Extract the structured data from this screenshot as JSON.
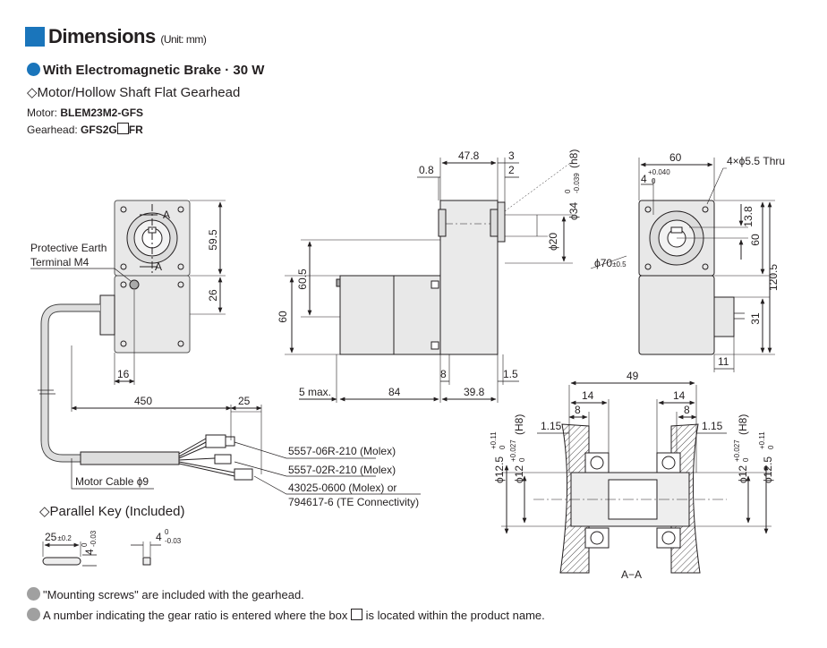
{
  "header": {
    "title": "Dimensions",
    "unit": "(Unit: mm)"
  },
  "subtitle": "With Electromagnetic Brake · 30 W",
  "subtitle2": "◇Motor/Hollow Shaft Flat Gearhead",
  "motor": {
    "label": "Motor: ",
    "model": "BLEM23M2-GFS"
  },
  "gearhead": {
    "label": "Gearhead: ",
    "model_pre": "GFS2G",
    "model_post": "FR"
  },
  "left_view": {
    "section_marks": [
      "A",
      "A"
    ],
    "dims": [
      "59.5",
      "26",
      "16",
      "450",
      "25"
    ],
    "protective_earth": [
      "Protective Earth",
      "Terminal M4"
    ],
    "motor_cable": "Motor Cable ϕ9",
    "connectors": [
      "5557-06R-210 (Molex)",
      "5557-02R-210 (Molex)",
      "43025-0600 (Molex) or",
      "794617-6 (TE Connectivity)"
    ]
  },
  "side_view": {
    "dims": [
      "47.8",
      "3",
      "0.8",
      "2",
      "60.5",
      "60",
      "ϕ20",
      "8",
      "5 max.",
      "84",
      "39.8",
      "1.5"
    ],
    "shaft_dia": "ϕ34",
    "shaft_tol_top": "0",
    "shaft_tol_bot": "-0.039",
    "shaft_fit": "(h8)",
    "pilot_dia": "ϕ70",
    "pilot_tol": "±0.5"
  },
  "front_view": {
    "dims": [
      "60",
      "13.8",
      "60",
      "120.5",
      "31",
      "11"
    ],
    "holes": "4×ϕ5.5 Thru",
    "dim4": "4",
    "dim4_tol_top": "+0.040",
    "dim4_tol_bot": "0"
  },
  "section_view": {
    "dims": [
      "49",
      "14",
      "14",
      "8",
      "8",
      "1.15",
      "1.15"
    ],
    "d125": "ϕ12.5",
    "d125_tol_top": "+0.11",
    "d125_tol_bot": "0",
    "d12": "ϕ12",
    "d12_tol_top": "+0.027",
    "d12_tol_bot": "0",
    "fit": "(H8)",
    "label": "A−A"
  },
  "parallel_key": {
    "title": "◇Parallel Key (Included)",
    "len": "25",
    "len_tol": "±0.2",
    "w": "4",
    "w_tol_top": "0",
    "w_tol_bot": "-0.03"
  },
  "notes": {
    "note1": "\"Mounting screws\" are included with the gearhead.",
    "note2_pre": "A number indicating the gear ratio is entered where the box ",
    "note2_post": " is located within the product name."
  }
}
